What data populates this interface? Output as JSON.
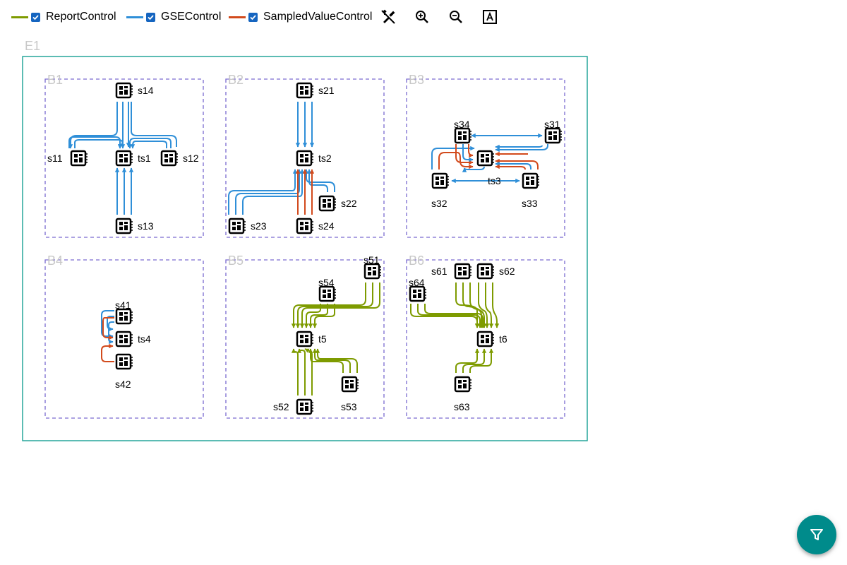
{
  "legend": {
    "report": {
      "label": "ReportControl",
      "color": "#7e9b00",
      "checked": true
    },
    "gse": {
      "label": "GSEControl",
      "color": "#2f8fd8",
      "checked": true
    },
    "sampled": {
      "label": "SampledValueControl",
      "color": "#d24a1c",
      "checked": true
    }
  },
  "toolbar": {
    "icons": [
      "link-off-icon",
      "zoom-in-icon",
      "zoom-out-icon",
      "font-size-icon"
    ]
  },
  "diagram": {
    "substation": "E1",
    "bays": [
      "B1",
      "B2",
      "B3",
      "B4",
      "B5",
      "B6"
    ],
    "ieds": {
      "s14": "s14",
      "s11": "s11",
      "ts1": "ts1",
      "s12": "s12",
      "s13": "s13",
      "s21": "s21",
      "ts2": "ts2",
      "s22": "s22",
      "s23": "s23",
      "s24": "s24",
      "s34": "s34",
      "s31": "s31",
      "ts3": "ts3",
      "s32": "s32",
      "s33": "s33",
      "s41": "s41",
      "ts4": "ts4",
      "s42": "s42",
      "s51": "s51",
      "s54": "s54",
      "t5": "t5",
      "s52": "s52",
      "s53": "s53",
      "s61": "s61",
      "s62": "s62",
      "s64": "s64",
      "t6": "t6",
      "s63": "s63"
    }
  },
  "fab": {
    "icon": "filter-icon",
    "color": "#008b8b"
  }
}
